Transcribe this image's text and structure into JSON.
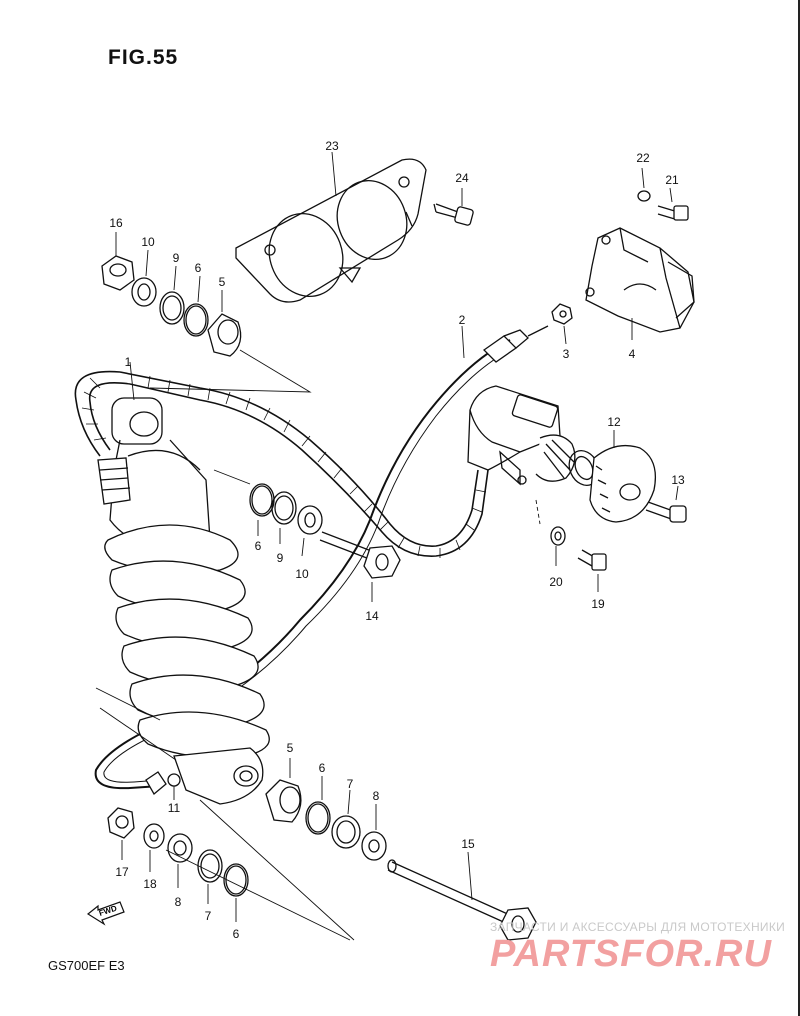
{
  "figure": {
    "title": "FIG.55",
    "model_code": "GS700EF E3",
    "fwd_label": "FWD"
  },
  "watermark": {
    "tagline": "ЗАПЧАСТИ И АКСЕССУАРЫ ДЛЯ МОТОТЕХНИКИ",
    "brand": "PARTSFOR.RU"
  },
  "callouts": [
    {
      "id": "c23",
      "label": "23"
    },
    {
      "id": "c24",
      "label": "24"
    },
    {
      "id": "c22",
      "label": "22"
    },
    {
      "id": "c21",
      "label": "21"
    },
    {
      "id": "c16",
      "label": "16"
    },
    {
      "id": "c10a",
      "label": "10"
    },
    {
      "id": "c9a",
      "label": "9"
    },
    {
      "id": "c6a",
      "label": "6"
    },
    {
      "id": "c5a",
      "label": "5"
    },
    {
      "id": "c2",
      "label": "2"
    },
    {
      "id": "c3",
      "label": "3"
    },
    {
      "id": "c4",
      "label": "4"
    },
    {
      "id": "c1",
      "label": "1"
    },
    {
      "id": "c12",
      "label": "12"
    },
    {
      "id": "c13",
      "label": "13"
    },
    {
      "id": "c6b",
      "label": "6"
    },
    {
      "id": "c9b",
      "label": "9"
    },
    {
      "id": "c10b",
      "label": "10"
    },
    {
      "id": "c14",
      "label": "14"
    },
    {
      "id": "c20",
      "label": "20"
    },
    {
      "id": "c19",
      "label": "19"
    },
    {
      "id": "c5b",
      "label": "5"
    },
    {
      "id": "c6c",
      "label": "6"
    },
    {
      "id": "c7a",
      "label": "7"
    },
    {
      "id": "c8a",
      "label": "8"
    },
    {
      "id": "c11",
      "label": "11"
    },
    {
      "id": "c15",
      "label": "15"
    },
    {
      "id": "c17",
      "label": "17"
    },
    {
      "id": "c18",
      "label": "18"
    },
    {
      "id": "c8b",
      "label": "8"
    },
    {
      "id": "c7b",
      "label": "7"
    },
    {
      "id": "c6d",
      "label": "6"
    }
  ]
}
